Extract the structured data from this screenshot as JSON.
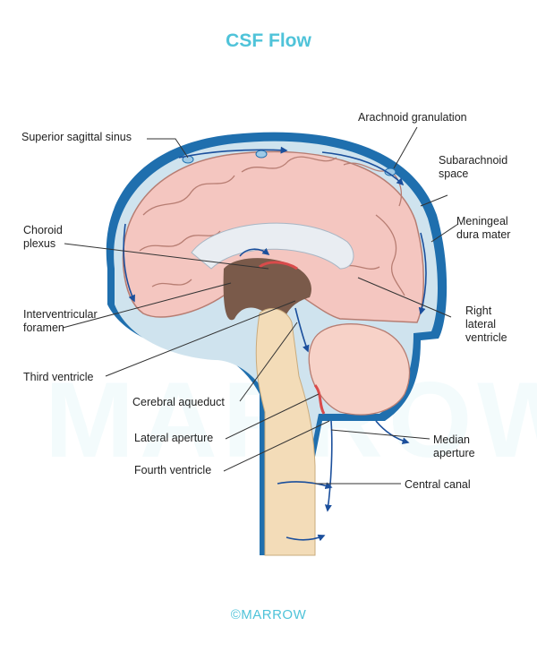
{
  "title": "CSF Flow",
  "footer": "©MARROW",
  "labels": {
    "superior_sagittal_sinus": "Superior sagittal sinus",
    "arachnoid_granulation": "Arachnoid granulation",
    "subarachnoid_space": [
      "Subarachnoid",
      "space"
    ],
    "meningeal_dura_mater": [
      "Meningeal",
      "dura mater"
    ],
    "choroid_plexus": [
      "Choroid",
      "plexus"
    ],
    "interventricular_foramen": [
      "Interventricular",
      "foramen"
    ],
    "right_lateral_ventricle": [
      "Right",
      "lateral",
      "ventricle"
    ],
    "third_ventricle": "Third ventricle",
    "cerebral_aqueduct": "Cerebral aqueduct",
    "lateral_aperture": "Lateral aperture",
    "median_aperture": [
      "Median",
      "aperture"
    ],
    "fourth_ventricle": "Fourth ventricle",
    "central_canal": "Central canal"
  },
  "colors": {
    "title": "#4fc3d9",
    "dura": "#1f6fae",
    "csf_space": "#cfe3ee",
    "brain": "#f4c6c0",
    "cerebellum": "#f7d2c8",
    "brainstem": "#f3dcb8",
    "ventricle": "#7a5a4a",
    "arrow": "#1b4f9c"
  }
}
